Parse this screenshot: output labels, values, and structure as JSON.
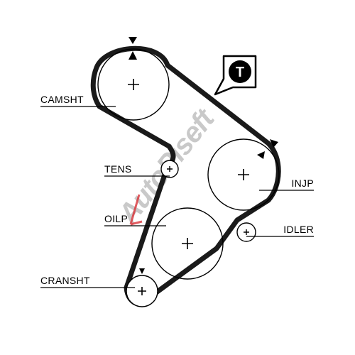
{
  "diagram": {
    "labels": {
      "camshaft": "CAMSHT",
      "tensioner": "TENS",
      "injection_pump": "INJP",
      "oil_pump": "OILP",
      "idler": "IDLER",
      "crankshaft": "CRANSHT"
    },
    "badge": {
      "letter": "T"
    },
    "watermark": {
      "text": "AutoPiseft",
      "color_dark": "#9e9e9e",
      "color_accent": "#d8333a"
    },
    "colors": {
      "belt": "#1a1a1a",
      "line": "#000000",
      "background": "#ffffff"
    }
  }
}
